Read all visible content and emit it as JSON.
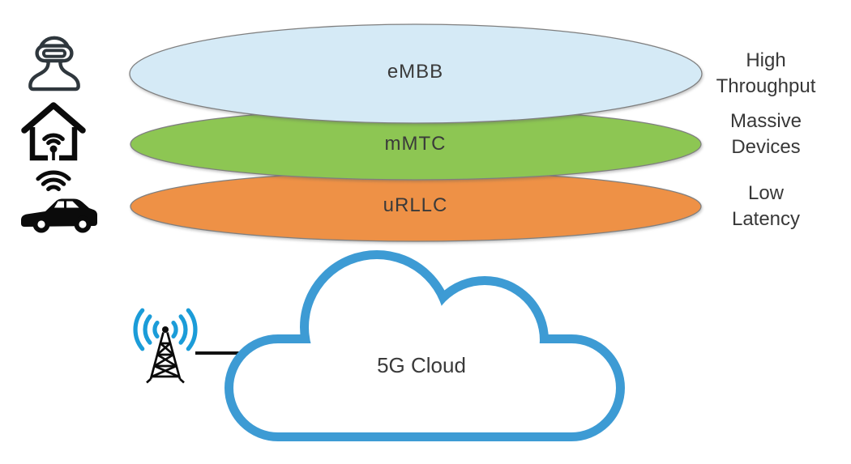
{
  "slices": [
    {
      "label": "eMBB",
      "fill": "#D5EAF6",
      "characteristic": {
        "line1": "High",
        "line2": "Throughput"
      },
      "icon": "vr-headset-user-icon"
    },
    {
      "label": "mMTC",
      "fill": "#8DC653",
      "characteristic": {
        "line1": "Massive",
        "line2": "Devices"
      },
      "icon": "smart-home-icon"
    },
    {
      "label": "uRLLC",
      "fill": "#EE9146",
      "characteristic": {
        "line1": "Low",
        "line2": "Latency"
      },
      "icon": "connected-car-icon"
    }
  ],
  "cloud": {
    "label": "5G Cloud",
    "outline_color": "#3D9BD4"
  },
  "tower": {
    "wave_color": "#1B9CD8"
  },
  "colors": {
    "ellipse_border": "#7F7F7F",
    "icon_black": "#0B0B0B",
    "text": "#383838"
  }
}
